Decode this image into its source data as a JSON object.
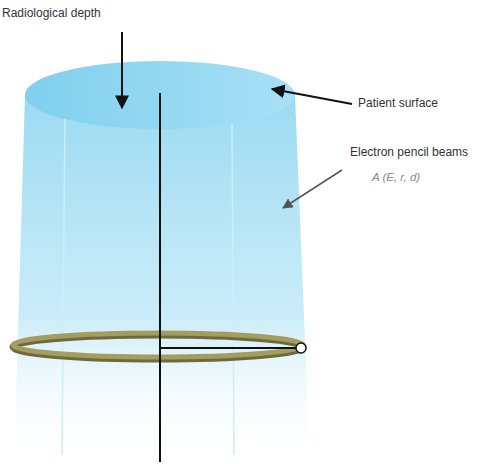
{
  "diagram": {
    "labels": [
      "Radiological depth",
      "Patient surface",
      "Electron pencil beams",
      "A (E, r, d)"
    ]
  }
}
